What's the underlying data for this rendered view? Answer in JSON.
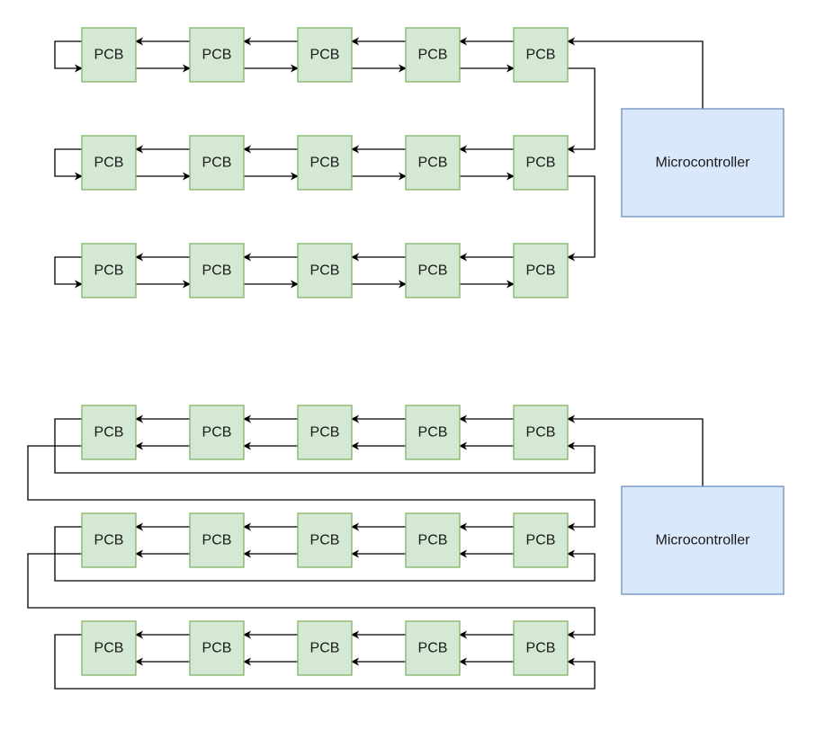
{
  "colors": {
    "pcb_fill": "#d5e8d4",
    "pcb_stroke": "#82b366",
    "mcu_fill": "#dae8fc",
    "mcu_stroke": "#6c8ebf",
    "line": "#000000"
  },
  "diagrams": [
    {
      "microcontroller_label": "Microcontroller",
      "rows": [
        [
          "PCB",
          "PCB",
          "PCB",
          "PCB",
          "PCB"
        ],
        [
          "PCB",
          "PCB",
          "PCB",
          "PCB",
          "PCB"
        ],
        [
          "PCB",
          "PCB",
          "PCB",
          "PCB",
          "PCB"
        ]
      ]
    },
    {
      "microcontroller_label": "Microcontroller",
      "rows": [
        [
          "PCB",
          "PCB",
          "PCB",
          "PCB",
          "PCB"
        ],
        [
          "PCB",
          "PCB",
          "PCB",
          "PCB",
          "PCB"
        ],
        [
          "PCB",
          "PCB",
          "PCB",
          "PCB",
          "PCB"
        ]
      ]
    }
  ]
}
